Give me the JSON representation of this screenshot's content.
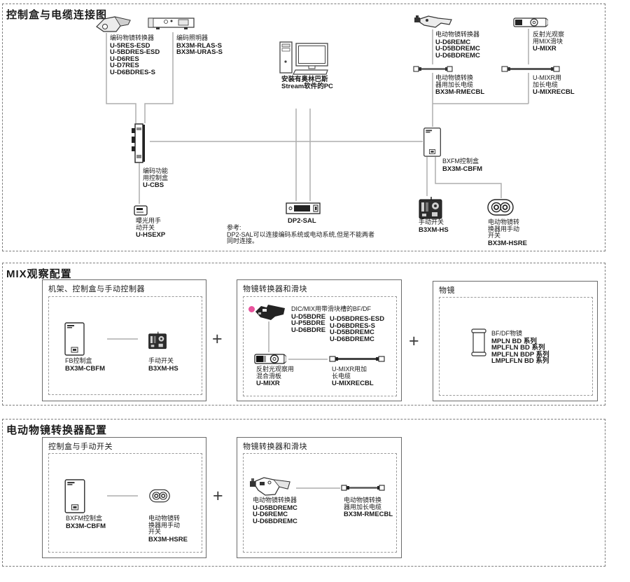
{
  "plus_sign": "+",
  "colors": {
    "accent_pink": "#e8539c"
  },
  "section1": {
    "title": "控制盒与电缆连接图",
    "encoded_nosepiece": {
      "caption": [
        "编码物镜转换器"
      ],
      "models": [
        "U-5RES-ESD",
        "U-5BDRES-ESD",
        "U-D6RES",
        "U-D7RES",
        "U-D6BDRES-S"
      ]
    },
    "encoded_illuminator": {
      "caption": [
        "编码照明器"
      ],
      "models": [
        "BX3M-RLAS-S",
        "BX3M-URAS-S"
      ]
    },
    "pc": {
      "models": [
        "安装有奥林巴斯",
        "Stream软件的PC"
      ]
    },
    "motor_nosepiece": {
      "caption": [
        "电动物镜转换器"
      ],
      "models": [
        "U-D6REMC",
        "U-D5BDREMC",
        "U-D6BDREMC"
      ]
    },
    "mix_slider": {
      "caption": [
        "反射光观察",
        "用MIX滑块"
      ],
      "models": [
        "U-MIXR"
      ]
    },
    "motor_cable": {
      "caption": [
        "电动物镜转换",
        "器用加长电缆"
      ],
      "models": [
        "BX3M-RMECBL"
      ]
    },
    "mixr_cable": {
      "caption": [
        "U-MIXR用",
        "加长电缆"
      ],
      "models": [
        "U-MIXRECBL"
      ]
    },
    "ucbs": {
      "caption": [
        "编码功能",
        "用控制盒"
      ],
      "models": [
        "U-CBS"
      ]
    },
    "hsexp": {
      "caption": [
        "曝光用手",
        "动开关"
      ],
      "models": [
        "U-HSEXP"
      ]
    },
    "dp2sal": {
      "models": [
        "DP2-SAL"
      ]
    },
    "note": {
      "title": "参考:",
      "lines": [
        "DP2-SAL可以连接编码系统或电动系统,但是不能两者",
        "同时连接。"
      ]
    },
    "bxfm_box": {
      "caption": [
        "BXFM控制盒"
      ],
      "models": [
        "BX3M-CBFM"
      ]
    },
    "hand_switch": {
      "caption": [
        "手动开关"
      ],
      "models": [
        "B3XM-HS"
      ]
    },
    "hsre": {
      "caption": [
        "电动物镜转",
        "换器用手动",
        "开关"
      ],
      "models": [
        "BX3M-HSRE"
      ]
    }
  },
  "section2": {
    "title": "MIX观察配置",
    "box1": {
      "title": "机架、控制盒与手动控制器",
      "fb_box": {
        "caption": [
          "FB控制盒"
        ],
        "models": [
          "BX3M-CBFM"
        ]
      },
      "hand_switch": {
        "caption": [
          "手动开关"
        ],
        "models": [
          "B3XM-HS"
        ]
      }
    },
    "box2": {
      "title": "物镜转换器和滑块",
      "bfdf": {
        "caption": [
          "DIC/MIX用带滑块槽的BF/DF"
        ],
        "models_col1": [
          "U-D5BDRE",
          "U-P5BDRE",
          "U-D6BDRE"
        ],
        "models_col2": [
          "U-D5BDRES-ESD",
          "U-D6BDRES-S",
          "U-D5BDREMC",
          "U-D6BDREMC"
        ]
      },
      "mix_slider": {
        "caption": [
          "反射光观察用",
          "混合滑板"
        ],
        "models": [
          "U-MIXR"
        ]
      },
      "mixr_cable": {
        "caption": [
          "U-MIXR用加",
          "长电缆"
        ],
        "models": [
          "U-MIXRECBL"
        ]
      }
    },
    "box3": {
      "title": "物镜",
      "objective": {
        "caption": [
          "BF/DF物镜"
        ],
        "models": [
          "MPLN BD 系列",
          "MPLFLN BD 系列",
          "MPLFLN BDP 系列",
          "LMPLFLN BD 系列"
        ]
      }
    }
  },
  "section3": {
    "title": "电动物镜转换器配置",
    "box1": {
      "title": "控制盒与手动开关",
      "bxfm_box": {
        "caption": [
          "BXFM控制盒"
        ],
        "models": [
          "BX3M-CBFM"
        ]
      },
      "hsre": {
        "caption": [
          "电动物镜转",
          "换器用手动",
          "开关"
        ],
        "models": [
          "BX3M-HSRE"
        ]
      }
    },
    "box2": {
      "title": "物镜转换器和滑块",
      "motor_nosepiece": {
        "caption": [
          "电动物镜转换器"
        ],
        "models": [
          "U-D5BDREMC",
          "U-D6REMC",
          "U-D6BDREMC"
        ]
      },
      "motor_cable": {
        "caption": [
          "电动物镜转换",
          "器用加长电缆"
        ],
        "models": [
          "BX3M-RMECBL"
        ]
      }
    }
  }
}
